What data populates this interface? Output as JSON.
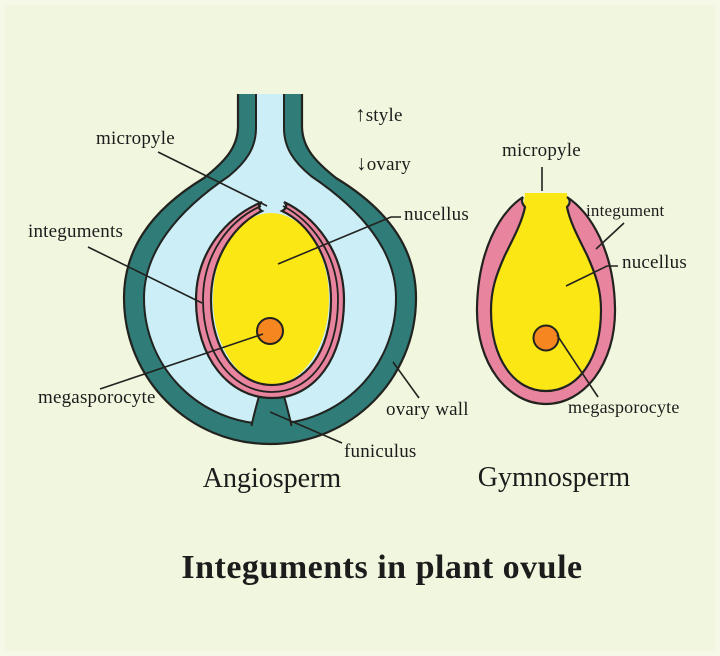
{
  "title": "Integuments in plant ovule",
  "angiosperm": {
    "caption": "Angiosperm",
    "labels": {
      "micropyle": "micropyle",
      "integuments": "integuments",
      "megasporocyte": "megasporocyte",
      "style_arrow": "↑",
      "style": "style",
      "ovary_arrow": "↓",
      "ovary": "ovary",
      "nucellus": "nucellus",
      "ovary_wall": "ovary wall",
      "funiculus": "funiculus"
    }
  },
  "gymnosperm": {
    "caption": "Gymnosperm",
    "labels": {
      "micropyle": "micropyle",
      "integument": "integument",
      "nucellus": "nucellus",
      "megasporocyte": "megasporocyte"
    }
  },
  "colors": {
    "background": "#f1f6de",
    "ovary_wall": "#2f7c78",
    "locule": "#cbeef7",
    "integument": "#e8849e",
    "nucellus": "#fbe714",
    "megasporocyte": "#f6861f",
    "outline": "#22221f",
    "text": "#1c1c1c"
  }
}
